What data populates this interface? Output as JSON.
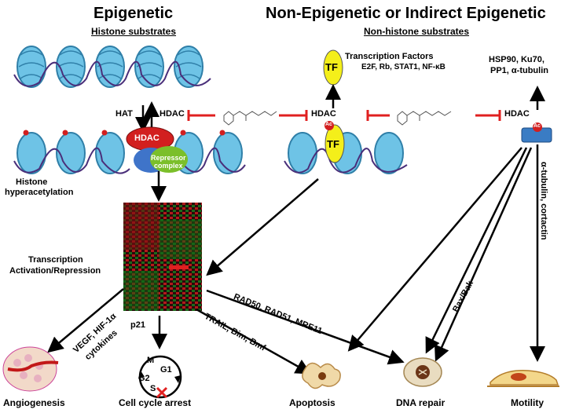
{
  "headers": {
    "left_title": "Epigenetic",
    "right_title": "Non-Epigenetic or Indirect Epigenetic",
    "left_sub": "Histone substrates",
    "right_sub": "Non-histone substrates"
  },
  "labels": {
    "hat": "HAT",
    "hdac": "HDAC",
    "repressor_line1": "Repressor",
    "repressor_line2": "complex",
    "histone_hyper_line1": "Histone",
    "histone_hyper_line2": "hyperacetylation",
    "tf_short": "TF",
    "ac": "Ac",
    "tf_title": "Transcription Factors",
    "tf_list": "E2F, Rb, STAT1, NF-κB",
    "nonhistone_line1": "HSP90, Ku70,",
    "nonhistone_line2": "PP1, α-tubulin",
    "transcription_line1": "Transcription",
    "transcription_line2": "Activation/Repression",
    "alpha_tubulin": "α-tubulin, cortactin",
    "bax_bak": "Bax/Bak",
    "rad": "RAD50, RAD51, MRE11",
    "trail": "TRAIL, Bim, Bmf",
    "vegf": "VEGF, HIF-1α",
    "cytokines": "cytokines",
    "p21": "p21",
    "cycle_m": "M",
    "cycle_g1": "G1",
    "cycle_g2": "G2",
    "cycle_s": "S"
  },
  "outcomes": {
    "angiogenesis": "Angiogenesis",
    "cell_cycle": "Cell cycle arrest",
    "apoptosis": "Apoptosis",
    "dna_repair": "DNA repair",
    "motility": "Motility"
  },
  "colors": {
    "nucleosome": "#6ec3e6",
    "nucleosome_dark": "#2f7fa8",
    "dna_tail": "#4a2f7a",
    "hdac_red": "#d21f1f",
    "repressor_blue": "#3f74c9",
    "repressor_green": "#7bbf2a",
    "tf_yellow": "#f4ef1a",
    "inhibit_red": "#e02020",
    "target_blue": "#3a7cc4"
  }
}
